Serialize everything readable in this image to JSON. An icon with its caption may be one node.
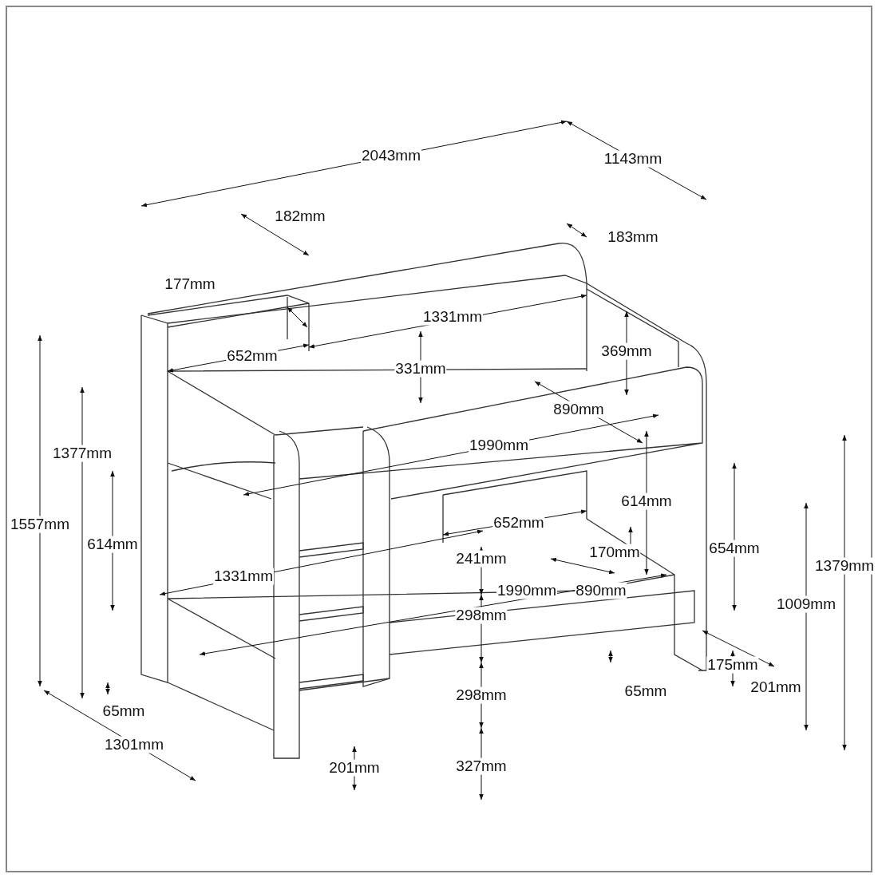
{
  "diagram": {
    "labels": [
      "2043mm",
      "1143mm",
      "182mm",
      "183mm",
      "177mm",
      "1331mm",
      "369mm",
      "652mm",
      "331mm",
      "890mm",
      "1990mm",
      "1377mm",
      "614mm",
      "652mm",
      "1557mm",
      "614mm",
      "654mm",
      "170mm",
      "241mm",
      "1379mm",
      "1331mm",
      "1990mm",
      "890mm",
      "1009mm",
      "298mm",
      "175mm",
      "201mm",
      "65mm",
      "298mm",
      "65mm",
      "1301mm",
      "327mm",
      "201mm"
    ]
  }
}
